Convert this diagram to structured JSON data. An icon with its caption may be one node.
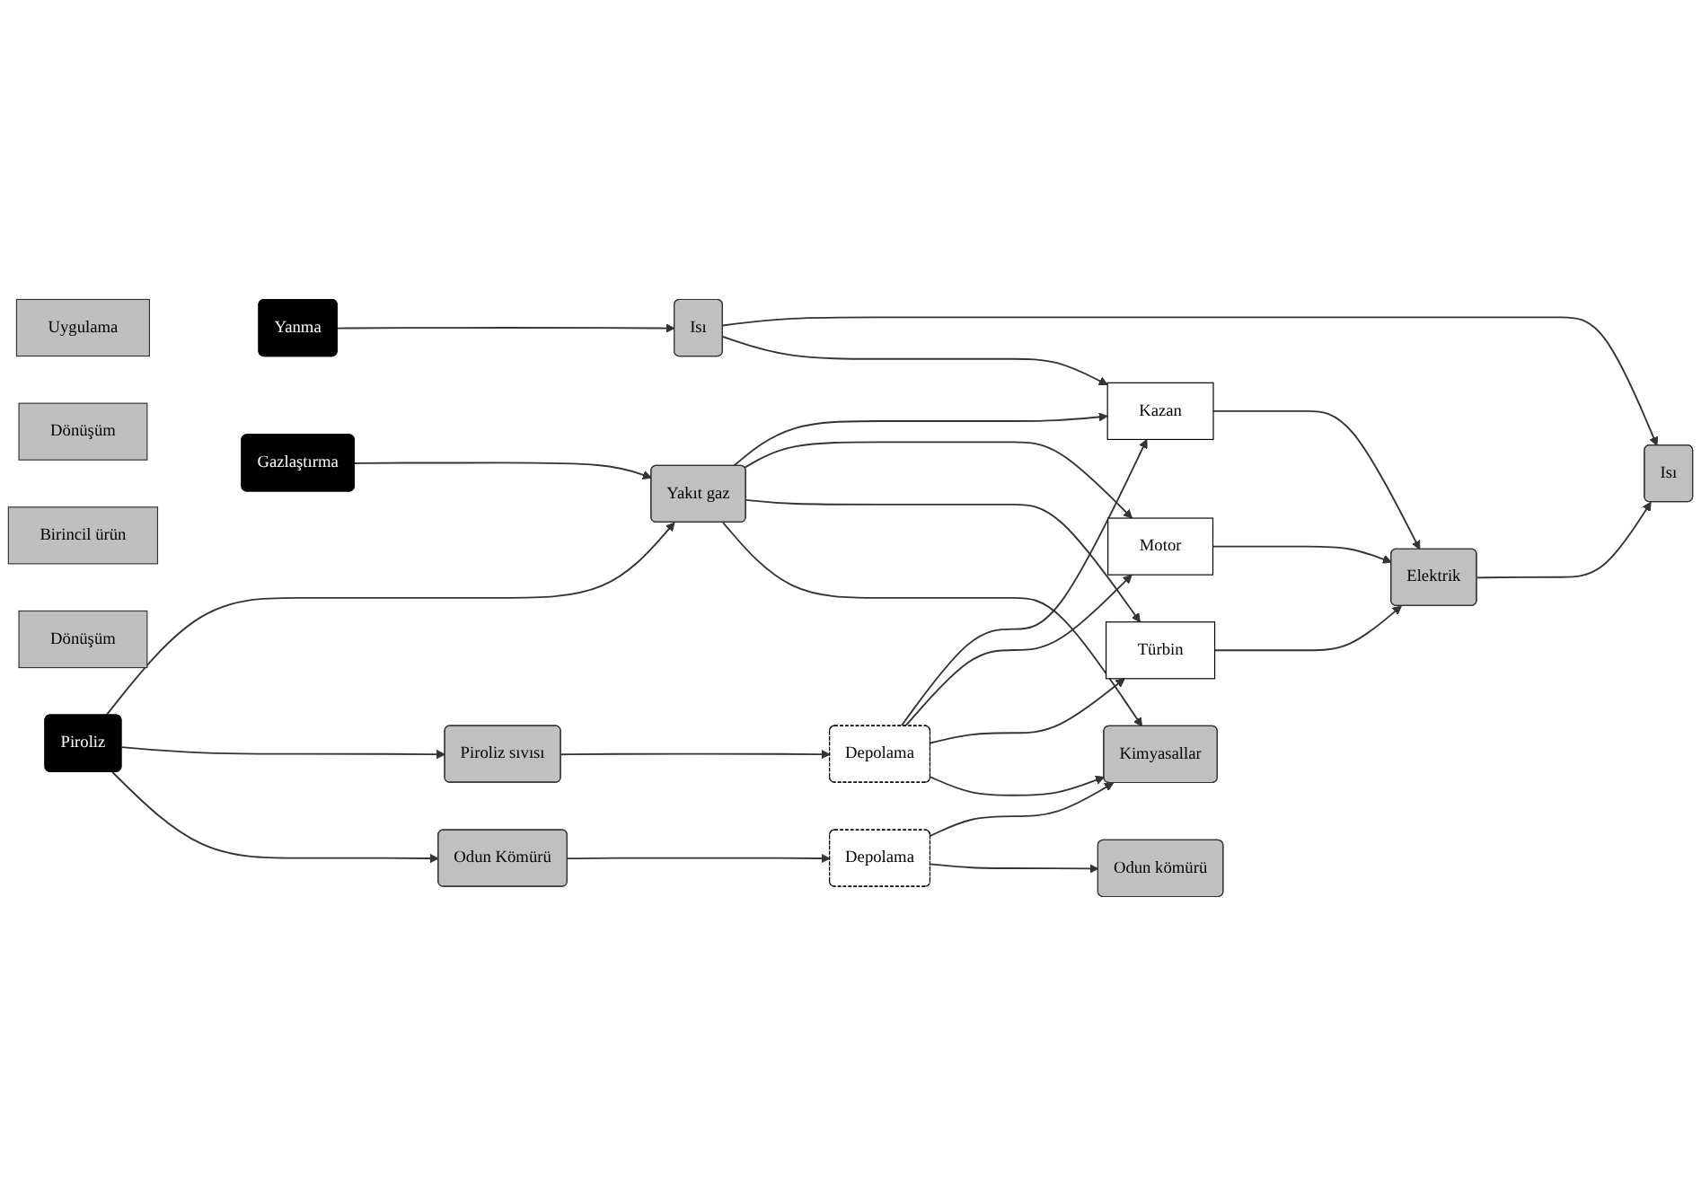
{
  "diagram": {
    "nodes": [
      {
        "text": [
          "Dönüşüm"
        ]
      },
      {
        "text": [
          "Birincil ürün"
        ]
      },
      {
        "text": [
          "Dönüşüm"
        ]
      },
      {
        "text": [
          "Uygulama"
        ]
      },
      {
        "text": [
          "Piroliz"
        ]
      },
      {
        "text": [
          "Gazlaştırma"
        ]
      },
      {
        "text": [
          "Yanma"
        ]
      },
      {
        "text": [
          "Odun Kömürü"
        ]
      },
      {
        "text": [
          "Piroliz sıvısı"
        ]
      },
      {
        "text": [
          "Yakıt gaz"
        ]
      },
      {
        "text": [
          "Isı"
        ]
      },
      {
        "text": [
          "Depolama"
        ]
      },
      {
        "text": [
          "Depolama"
        ]
      },
      {
        "text": [
          "Türbin"
        ]
      },
      {
        "text": [
          "Motor"
        ]
      },
      {
        "text": [
          "Kazan"
        ]
      },
      {
        "text": [
          "Odun kömürü"
        ]
      },
      {
        "text": [
          "Kimyasallar"
        ]
      },
      {
        "text": [
          "Elektrik"
        ]
      },
      {
        "text": [
          "Isı"
        ]
      }
    ],
    "edges": [
      {
        "from": 4,
        "to": 7,
        "arrow": "to"
      },
      {
        "from": 4,
        "to": 8,
        "arrow": "to"
      },
      {
        "from": 4,
        "to": 9,
        "arrow": "to"
      },
      {
        "from": 5,
        "to": 9,
        "arrow": "to"
      },
      {
        "from": 6,
        "to": 10,
        "arrow": "to"
      },
      {
        "from": 7,
        "to": 11,
        "arrow": "to"
      },
      {
        "from": 8,
        "to": 12,
        "arrow": "to"
      },
      {
        "from": 11,
        "to": 16,
        "arrow": "to"
      },
      {
        "from": 11,
        "to": 17,
        "arrow": "to"
      },
      {
        "from": 12,
        "to": 17,
        "arrow": "to"
      },
      {
        "from": 12,
        "to": 13,
        "arrow": "to"
      },
      {
        "from": 12,
        "to": 14,
        "arrow": "to"
      },
      {
        "from": 12,
        "to": 15,
        "arrow": "to"
      },
      {
        "from": 9,
        "to": 17,
        "arrow": "to"
      },
      {
        "from": 9,
        "to": 13,
        "arrow": "to"
      },
      {
        "from": 9,
        "to": 14,
        "arrow": "to"
      },
      {
        "from": 9,
        "to": 15,
        "arrow": "to"
      },
      {
        "from": 10,
        "to": 15,
        "arrow": "to"
      },
      {
        "from": 10,
        "to": 19,
        "arrow": "to"
      },
      {
        "from": 13,
        "to": 18,
        "arrow": "to"
      },
      {
        "from": 14,
        "to": 18,
        "arrow": "to"
      },
      {
        "from": 15,
        "to": 18,
        "arrow": "to"
      },
      {
        "from": 18,
        "to": 19,
        "arrow": "to"
      }
    ]
  }
}
